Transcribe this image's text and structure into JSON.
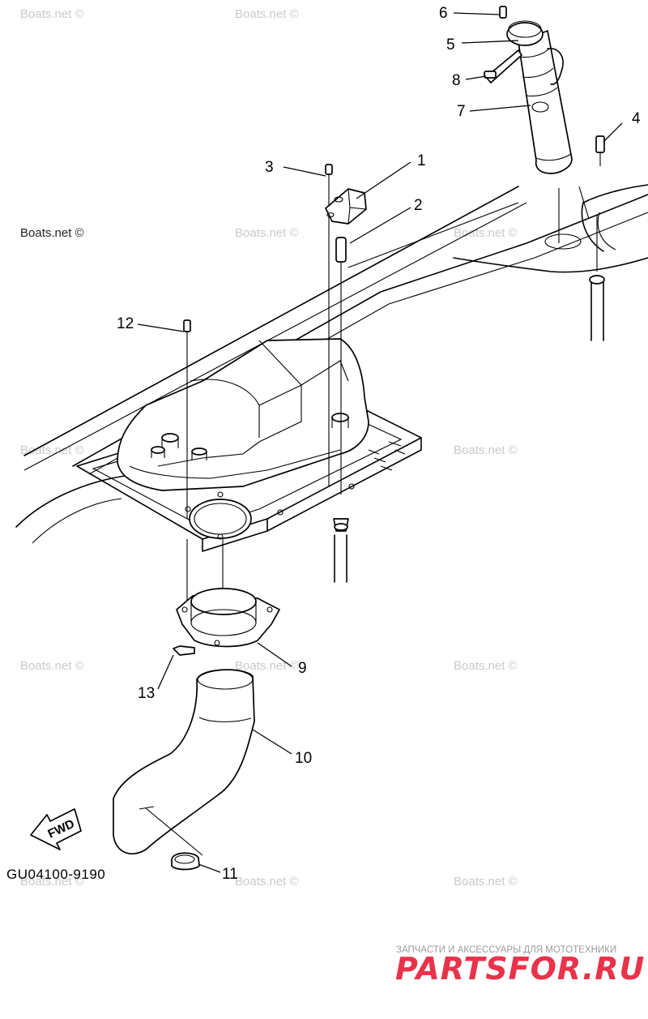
{
  "watermarks": {
    "text": "Boats.net ©"
  },
  "callouts": {
    "c1": "1",
    "c2": "2",
    "c3": "3",
    "c4": "4",
    "c5": "5",
    "c6": "6",
    "c7": "7",
    "c8": "8",
    "c9": "9",
    "c10": "10",
    "c11": "11",
    "c12": "12",
    "c13": "13"
  },
  "fwd_label": "FWD",
  "diagram_code": "GU04100-9190",
  "brand": {
    "tagline": "ЗАПЧАСТИ И АКСЕССУАРЫ ДЛЯ МОТОТЕХНИКИ",
    "logo_text": "PARTSFOR.RU",
    "color": "#e8334a"
  }
}
